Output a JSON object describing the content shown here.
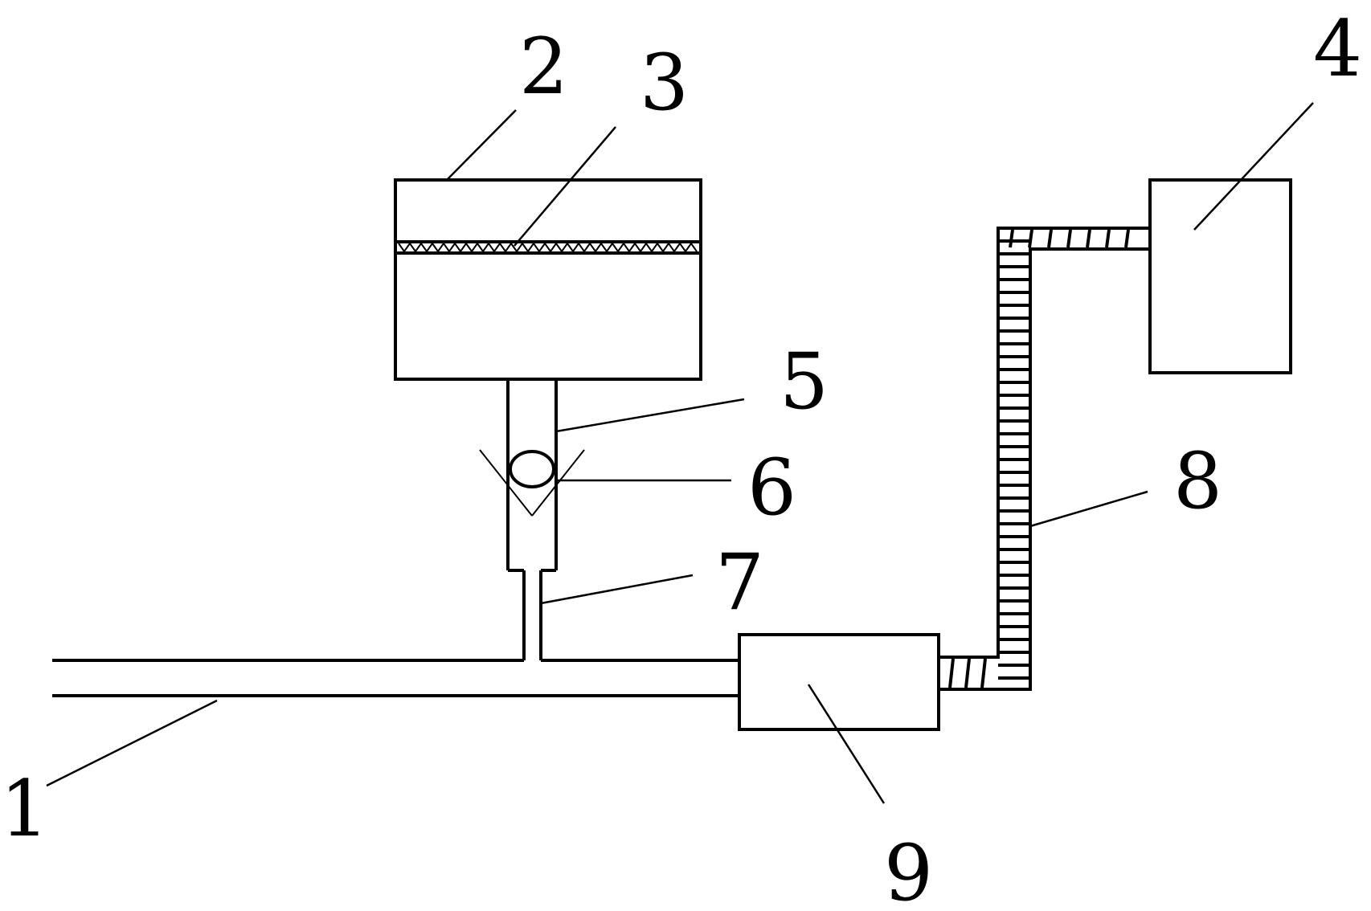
{
  "figure": {
    "labels": {
      "l1": "1",
      "l2": "2",
      "l3": "3",
      "l4": "4",
      "l5": "5",
      "l6": "6",
      "l7": "7",
      "l8": "8",
      "l9": "9"
    },
    "stroke_color": "#000000",
    "background_color": "#ffffff"
  }
}
